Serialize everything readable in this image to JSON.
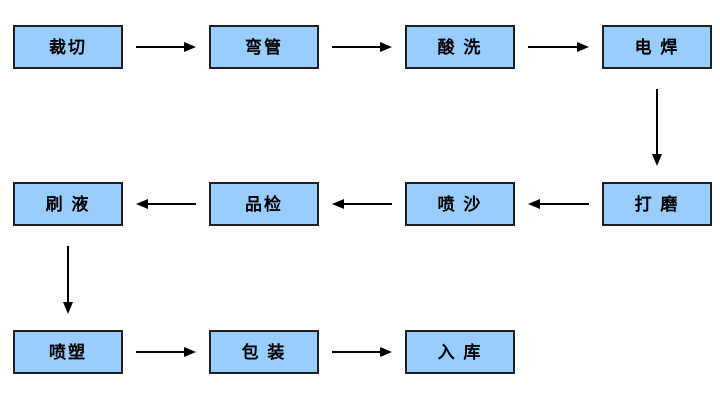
{
  "diagram": {
    "title": "pipe-product-process-flowchart",
    "colors": {
      "box_fill": "#99CCFF",
      "box_border": "#1f1f1f",
      "arrow": "#000000",
      "text": "#000000",
      "background": "#FFFFFF"
    },
    "nodes": [
      {
        "id": "caiqie",
        "label": "裁切",
        "row": 0,
        "col": 0
      },
      {
        "id": "wanguan",
        "label": "弯管",
        "row": 0,
        "col": 1
      },
      {
        "id": "suanxi",
        "label": "酸 洗",
        "row": 0,
        "col": 2
      },
      {
        "id": "dianhan",
        "label": "电 焊",
        "row": 0,
        "col": 3
      },
      {
        "id": "shuaye",
        "label": "刷 液",
        "row": 1,
        "col": 0
      },
      {
        "id": "pinjian",
        "label": "品检",
        "row": 1,
        "col": 1
      },
      {
        "id": "pensha",
        "label": "喷 沙",
        "row": 1,
        "col": 2
      },
      {
        "id": "damo",
        "label": "打 磨",
        "row": 1,
        "col": 3
      },
      {
        "id": "pensu",
        "label": "喷塑",
        "row": 2,
        "col": 0
      },
      {
        "id": "baozhuang",
        "label": "包 装",
        "row": 2,
        "col": 1
      },
      {
        "id": "ruku",
        "label": "入 库",
        "row": 2,
        "col": 2
      }
    ],
    "edges": [
      {
        "from": "caiqie",
        "to": "wanguan",
        "direction": "right"
      },
      {
        "from": "wanguan",
        "to": "suanxi",
        "direction": "right"
      },
      {
        "from": "suanxi",
        "to": "dianhan",
        "direction": "right"
      },
      {
        "from": "dianhan",
        "to": "damo",
        "direction": "down"
      },
      {
        "from": "damo",
        "to": "pensha",
        "direction": "left"
      },
      {
        "from": "pensha",
        "to": "pinjian",
        "direction": "left"
      },
      {
        "from": "pinjian",
        "to": "shuaye",
        "direction": "left"
      },
      {
        "from": "shuaye",
        "to": "pensu",
        "direction": "down"
      },
      {
        "from": "pensu",
        "to": "baozhuang",
        "direction": "right"
      },
      {
        "from": "baozhuang",
        "to": "ruku",
        "direction": "right"
      }
    ]
  }
}
